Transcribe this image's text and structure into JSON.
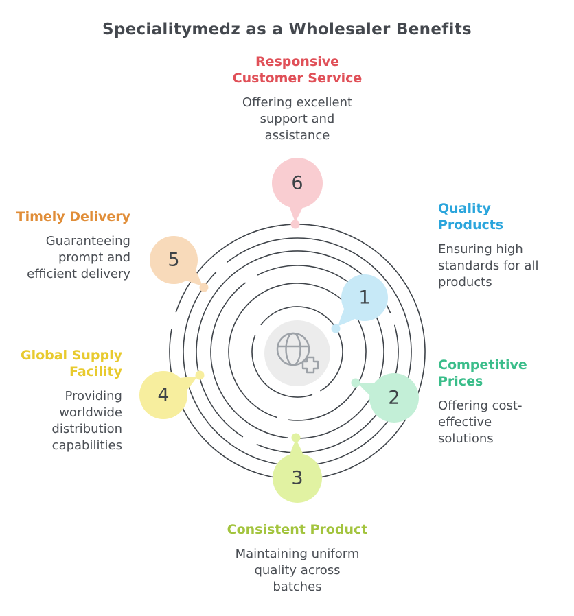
{
  "title": "Specialitymedz as a Wholesaler Benefits",
  "title_color": "#44484e",
  "text_color": "#4a4e54",
  "spiral_color": "#3f444a",
  "center": {
    "icon": "globe-plus-icon",
    "circle_color": "#ececec",
    "icon_color": "#9da2a8"
  },
  "nodes": [
    {
      "number": "1",
      "label": "Quality\nProducts",
      "description": "Ensuring high\nstandards for all\nproducts",
      "label_color": "#2aa5dc",
      "bubble_color": "#c7e9f7"
    },
    {
      "number": "2",
      "label": "Competitive\nPrices",
      "description": "Offering cost-\neffective\nsolutions",
      "label_color": "#3abd8a",
      "bubble_color": "#c3efd7"
    },
    {
      "number": "3",
      "label": "Consistent Product",
      "description": "Maintaining uniform\nquality across\nbatches",
      "label_color": "#a3c43e",
      "bubble_color": "#e1f2a2"
    },
    {
      "number": "4",
      "label": "Global Supply\nFacility",
      "description": "Providing\nworldwide\ndistribution\ncapabilities",
      "label_color": "#e8ca2e",
      "bubble_color": "#f7ee9e"
    },
    {
      "number": "5",
      "label": "Timely Delivery",
      "description": "Guaranteeing\nprompt and\nefficient delivery",
      "label_color": "#e08d38",
      "bubble_color": "#f8daba"
    },
    {
      "number": "6",
      "label": "Responsive\nCustomer Service",
      "description": "Offering excellent\nsupport and\nassistance",
      "label_color": "#e05058",
      "bubble_color": "#f9cdd1"
    }
  ]
}
